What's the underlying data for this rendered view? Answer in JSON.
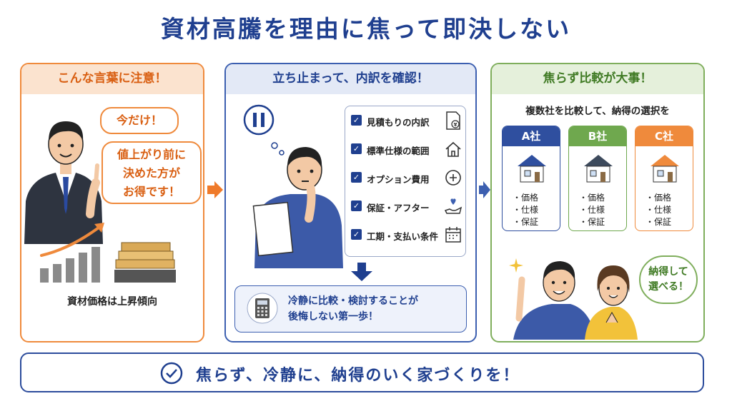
{
  "title": "資材高騰を理由に焦って即決しない",
  "panel_warning": {
    "header": "こんな言葉に注意！",
    "bubble_1": "今だけ！",
    "bubble_2_lines": [
      "値上がり前に",
      "決めた方が",
      "お得です！"
    ],
    "caption": "資材価格は上昇傾向"
  },
  "panel_check": {
    "header": "立ち止まって、内訳を確認！",
    "items": [
      {
        "label": "見積もりの内訳",
        "icon": "document-yen-icon"
      },
      {
        "label": "標準仕様の範囲",
        "icon": "house-outline-icon"
      },
      {
        "label": "オプション費用",
        "icon": "plus-circle-icon"
      },
      {
        "label": "保証・アフター",
        "icon": "hand-heart-icon"
      },
      {
        "label": "工期・支払い条件",
        "icon": "calendar-icon"
      }
    ],
    "note_lines": [
      "冷静に比較・検討することが",
      "後悔しない第一歩！"
    ]
  },
  "panel_compare": {
    "header": "焦らず比較が大事！",
    "subtitle": "複数社を比較して、納得の選択を",
    "companies": [
      {
        "name": "A社",
        "color": "#2f4f9f",
        "items": [
          "・価格",
          "・仕様",
          "・保証"
        ]
      },
      {
        "name": "B社",
        "color": "#6fa84e",
        "items": [
          "・価格",
          "・仕様",
          "・保証"
        ]
      },
      {
        "name": "C社",
        "color": "#ef8a3c",
        "items": [
          "・価格",
          "・仕様",
          "・保証"
        ]
      }
    ],
    "bubble_lines": [
      "納得して",
      "選べる！"
    ]
  },
  "footer": {
    "text": "焦らず、冷静に、納得のいく家づくりを！"
  },
  "colors": {
    "navy": "#1f3f8f",
    "orange": "#ef8a3c",
    "green": "#7fae5c"
  }
}
